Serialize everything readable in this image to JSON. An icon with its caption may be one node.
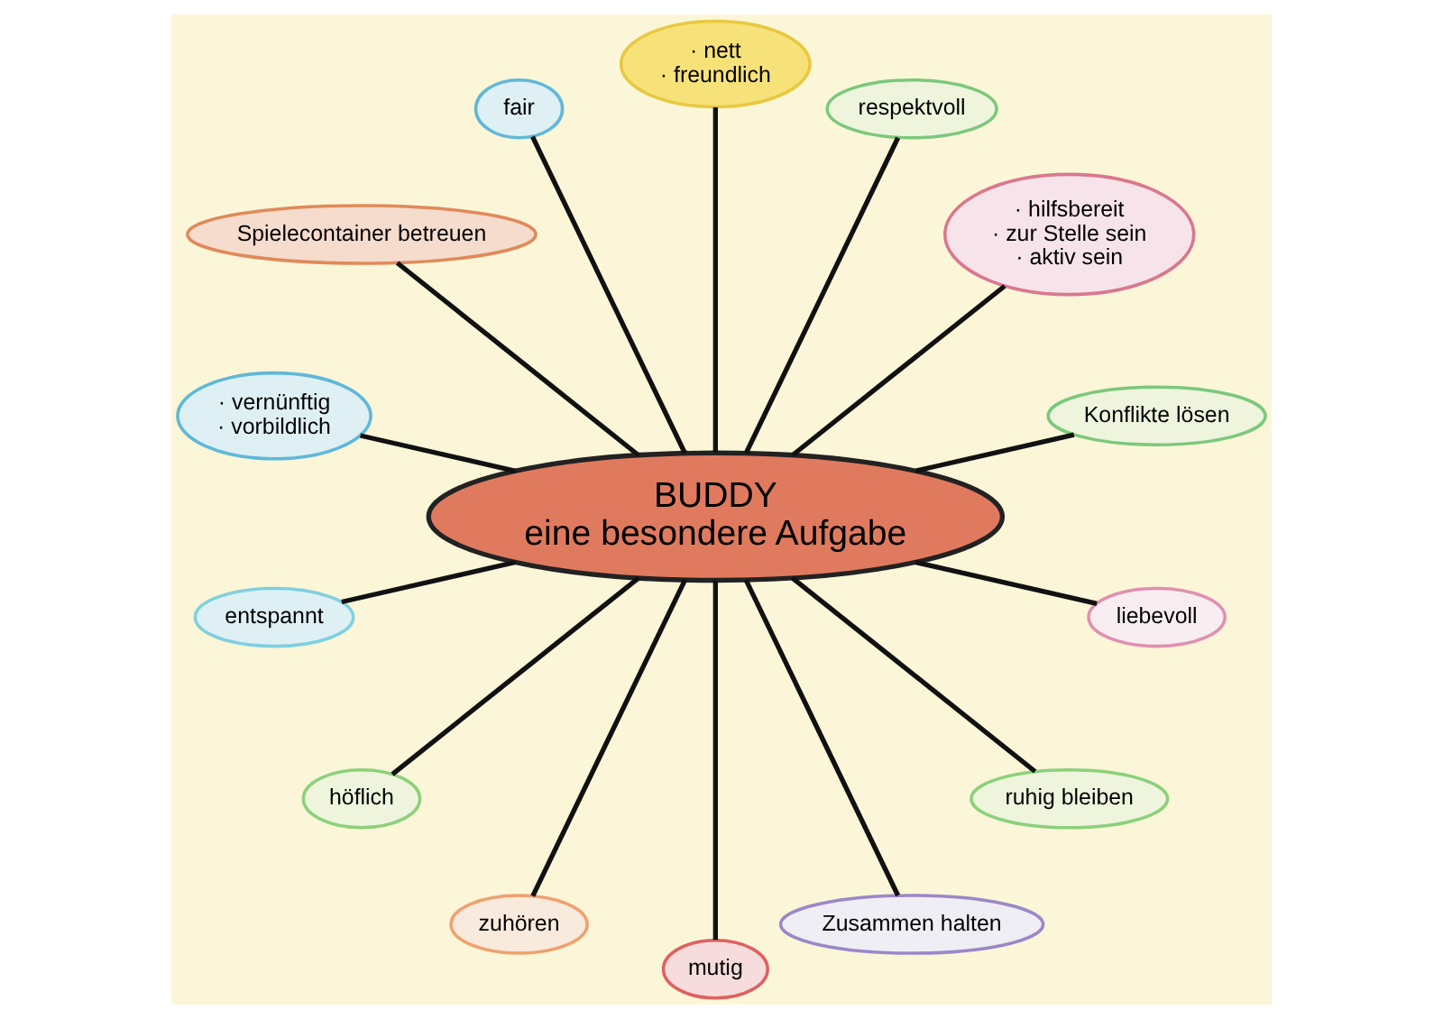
{
  "diagram": {
    "nodes": [
      {
        "text": [
          "BUDDY",
          "eine besondere Aufgabe"
        ]
      },
      {
        "text": [
          "Konflikte lösen"
        ]
      },
      {
        "text": [
          "· hilfsbereit",
          "· zur Stelle sein",
          "· aktiv sein"
        ]
      },
      {
        "text": [
          "respektvoll"
        ]
      },
      {
        "text": [
          "· nett",
          "· freundlich"
        ]
      },
      {
        "text": [
          "fair"
        ]
      },
      {
        "text": [
          "Spielecontainer betreuen"
        ]
      },
      {
        "text": [
          "· vernünftig",
          "· vorbildlich"
        ]
      },
      {
        "text": [
          "entspannt"
        ]
      },
      {
        "text": [
          "höflich"
        ]
      },
      {
        "text": [
          "zuhören"
        ]
      },
      {
        "text": [
          "mutig"
        ]
      },
      {
        "text": [
          "Zusammen halten"
        ]
      },
      {
        "text": [
          "ruhig bleiben"
        ]
      },
      {
        "text": [
          "liebevoll"
        ]
      }
    ],
    "edges": [
      {
        "from": 0,
        "to": 1,
        "arrow": "none"
      },
      {
        "from": 0,
        "to": 2,
        "arrow": "none"
      },
      {
        "from": 0,
        "to": 3,
        "arrow": "none"
      },
      {
        "from": 0,
        "to": 4,
        "arrow": "none"
      },
      {
        "from": 0,
        "to": 5,
        "arrow": "none"
      },
      {
        "from": 0,
        "to": 6,
        "arrow": "none"
      },
      {
        "from": 0,
        "to": 7,
        "arrow": "none"
      },
      {
        "from": 0,
        "to": 8,
        "arrow": "none"
      },
      {
        "from": 0,
        "to": 9,
        "arrow": "none"
      },
      {
        "from": 0,
        "to": 10,
        "arrow": "none"
      },
      {
        "from": 0,
        "to": 11,
        "arrow": "none"
      },
      {
        "from": 0,
        "to": 12,
        "arrow": "none"
      },
      {
        "from": 0,
        "to": 13,
        "arrow": "none"
      },
      {
        "from": 0,
        "to": 14,
        "arrow": "none"
      }
    ]
  }
}
